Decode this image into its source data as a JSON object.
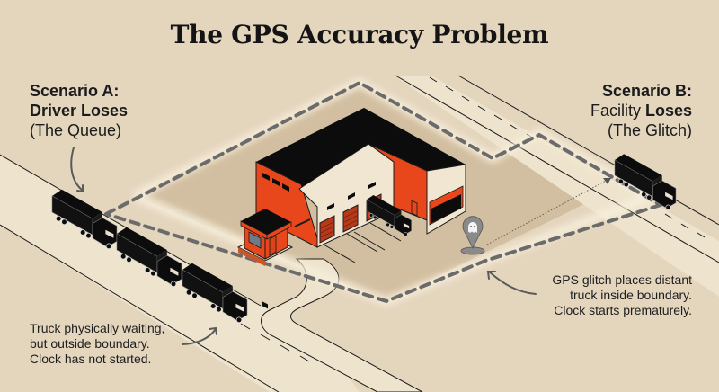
{
  "title": "The GPS Accuracy Problem",
  "scenario_a": {
    "heading": "Scenario A:",
    "subheading": "Driver Loses",
    "caption": "(The Queue)",
    "note_lines": [
      "Truck physically waiting,",
      "but outside boundary.",
      "Clock has not started."
    ]
  },
  "scenario_b": {
    "heading": "Scenario B:",
    "subheading_prefix": "Facility ",
    "subheading_bold": "Loses",
    "caption": "(The Glitch)",
    "note_lines": [
      "GPS glitch places distant",
      "truck inside boundary.",
      "Clock starts prematurely."
    ]
  },
  "icons": {
    "gps_pin": "ghost-map-pin-icon",
    "truck": "semi-truck-icon",
    "curved_arrow": "curved-arrow-icon"
  },
  "colors": {
    "background": "#e4d5bd",
    "lot": "#d3bfa2",
    "road": "#eee3cc",
    "building_orange": "#e8471c",
    "building_cream": "#f1e6d2",
    "roof": "#0c0c0c",
    "geofence": "#6b6b6b",
    "pin": "#8a8a8a"
  }
}
